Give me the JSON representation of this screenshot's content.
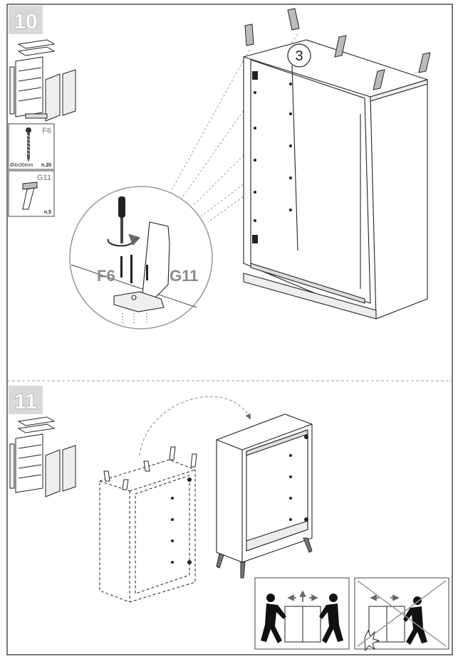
{
  "step10": {
    "number": "10",
    "callout": "3",
    "parts": [
      {
        "code": "F6",
        "size": "Ø4x30mm",
        "qty": "n.20"
      },
      {
        "code": "G11",
        "qty": "n.5"
      }
    ],
    "detail_labels": {
      "screw": "F6",
      "foot": "G11"
    }
  },
  "step11": {
    "number": "11"
  }
}
